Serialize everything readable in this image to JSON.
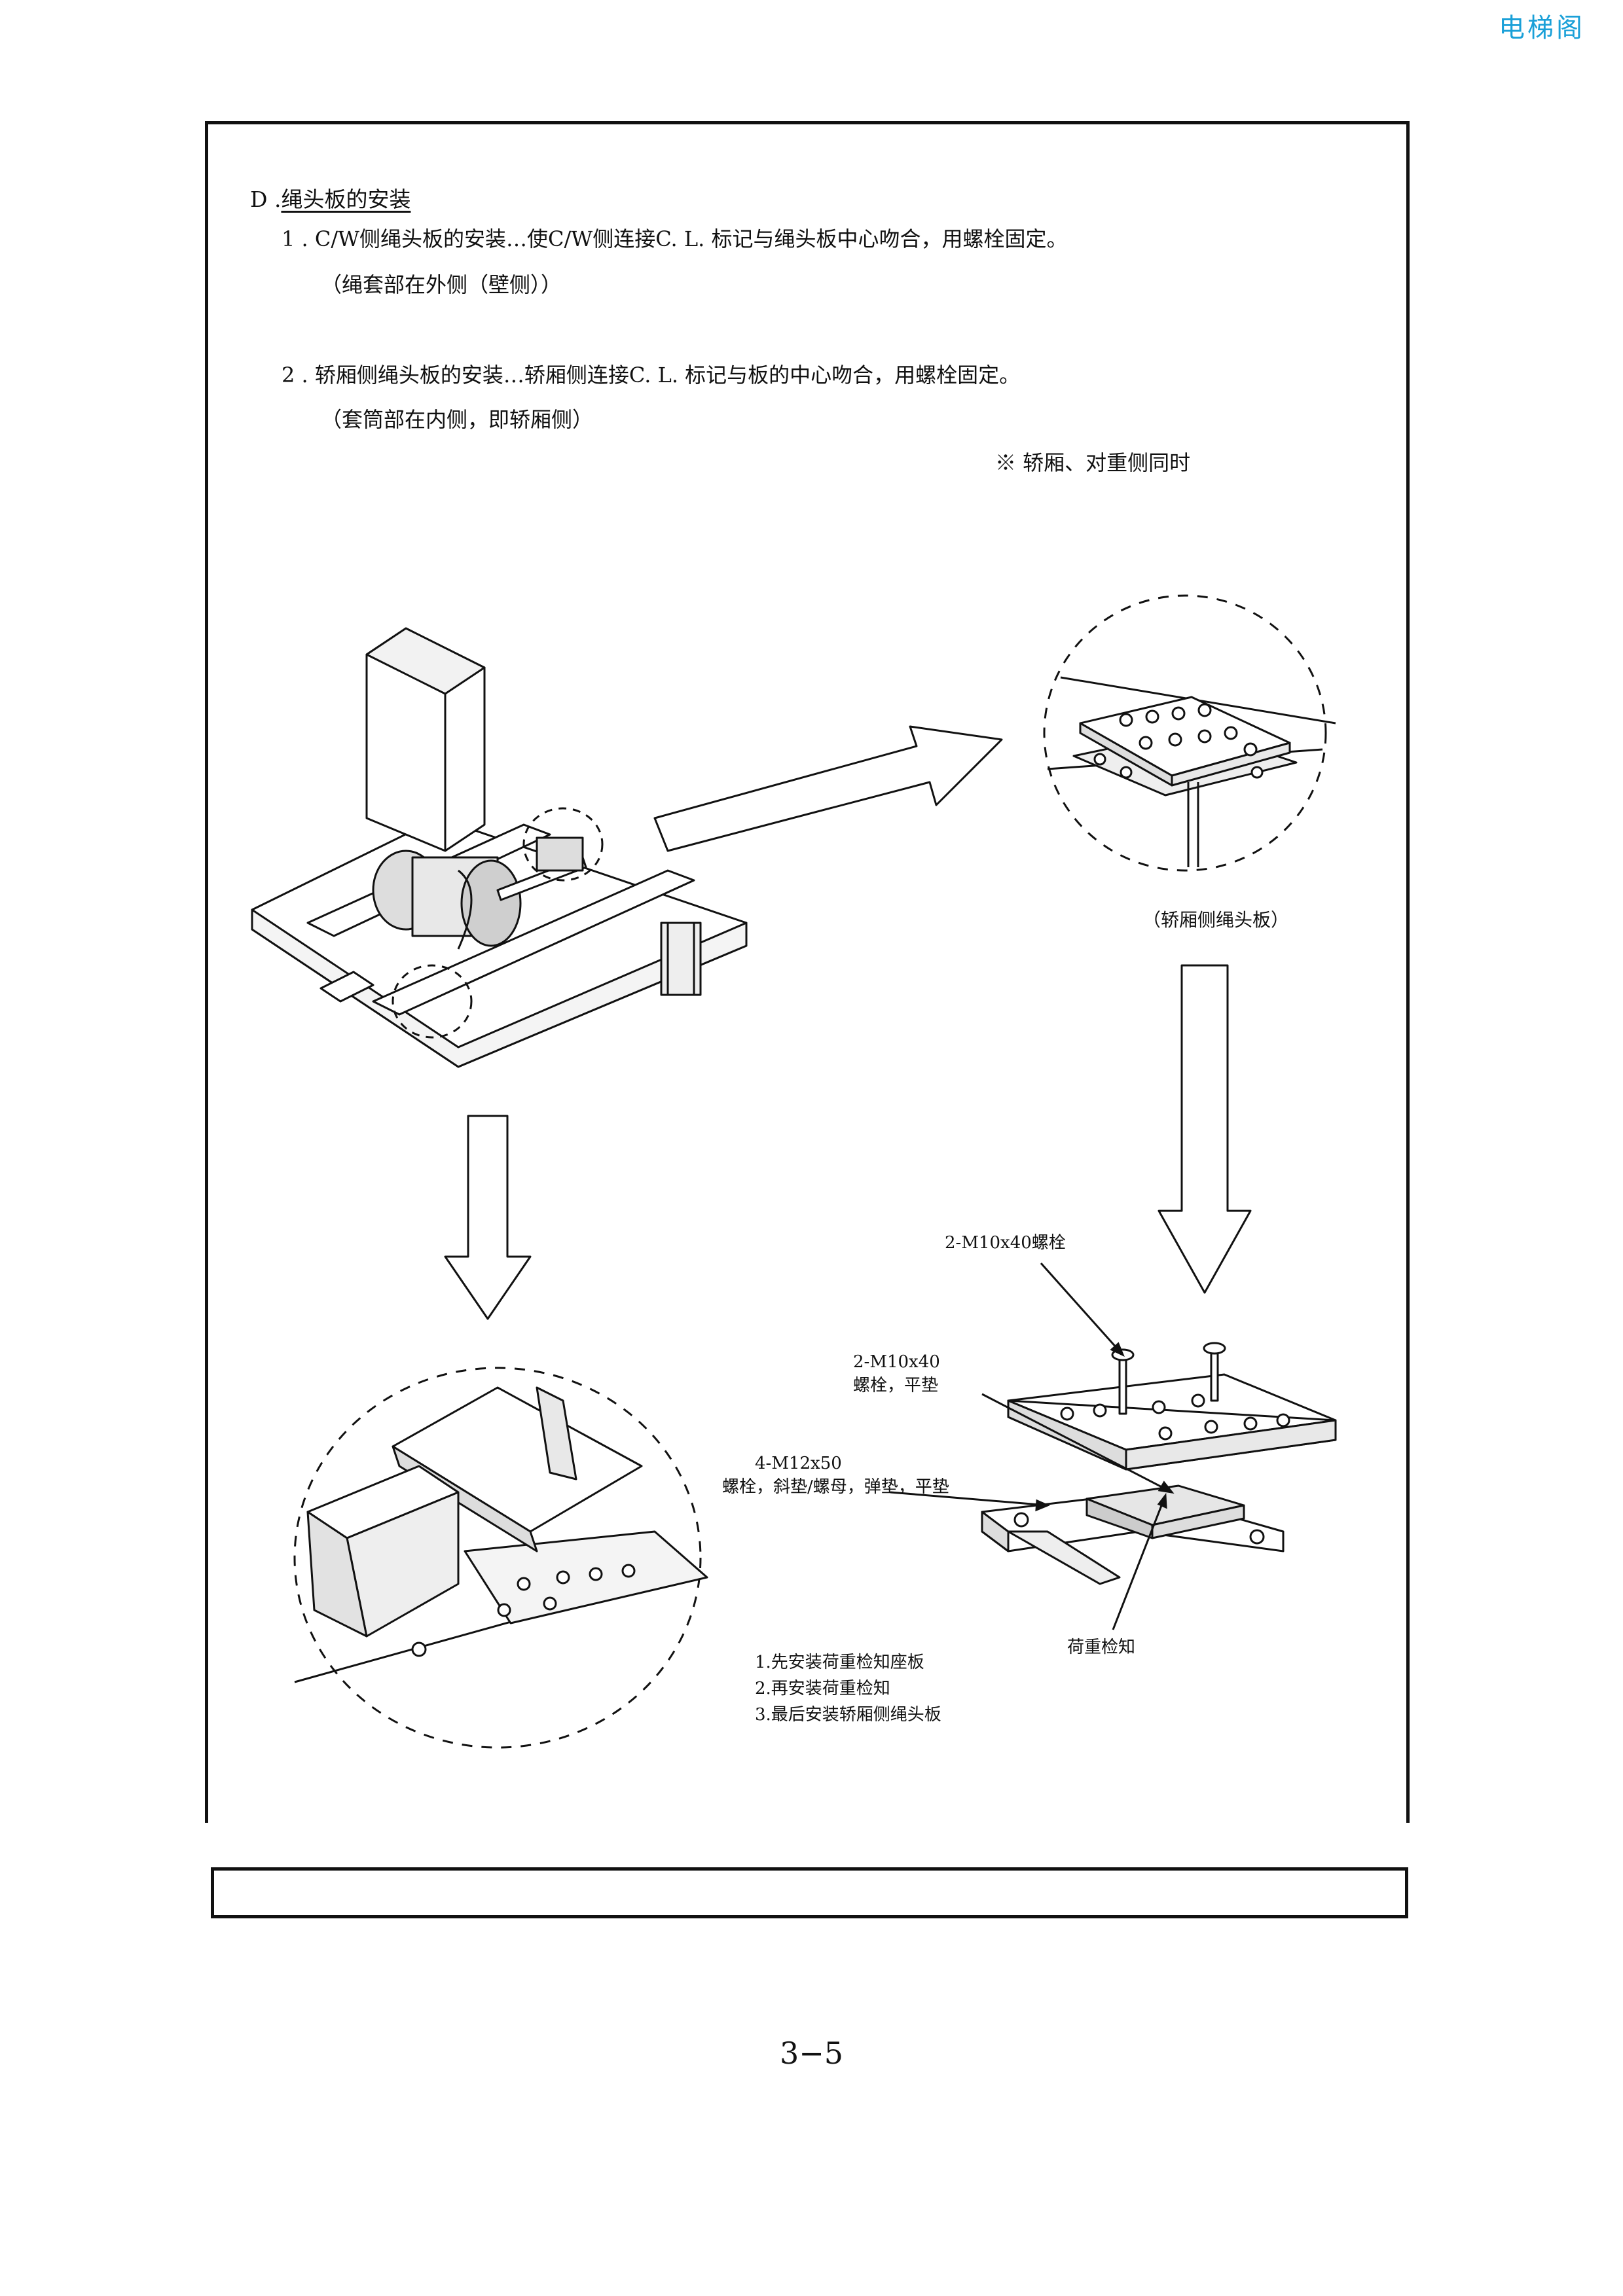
{
  "watermark": "电梯阁",
  "section": {
    "letter": "D .",
    "title": "绳头板的安装"
  },
  "instructions": [
    {
      "line": "1 . C/W侧绳头板的安装…使C/W侧连接C. L. 标记与绳头板中心吻合，用螺栓固定。",
      "sub": "（绳套部在外侧（壁侧））"
    },
    {
      "line": "2 . 轿厢侧绳头板的安装…轿厢侧连接C. L. 标记与板的中心吻合，用螺栓固定。",
      "sub": "（套筒部在内侧，即轿厢侧）"
    }
  ],
  "note": "※ 轿厢、对重侧同时",
  "figure_captions": {
    "car_side_plate": "（轿厢侧绳头板）"
  },
  "labels": {
    "bolt_top": "2-M10x40螺栓",
    "bolt_mid_line1": "2-M10x40",
    "bolt_mid_line2": "螺栓，平垫",
    "bolt_low_line1": "4-M12x50",
    "bolt_low_line2": "螺栓，斜垫/螺母，弹垫，平垫",
    "load_sensor": "荷重检知"
  },
  "steps": [
    "1.先安装荷重检知座板",
    "2.再安装荷重检知",
    "3.最后安装轿厢侧绳头板"
  ],
  "page_number": "3−5"
}
